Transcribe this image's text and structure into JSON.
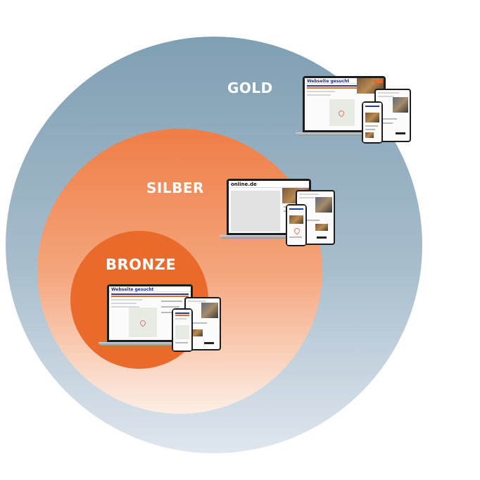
{
  "tiers": {
    "gold": {
      "label": "GOLD"
    },
    "silber": {
      "label": "SILBER"
    },
    "bronze": {
      "label": "BRONZE"
    }
  },
  "mockups": {
    "site_logo": "Webseite gesucht",
    "online_logo": "online.de"
  },
  "colors": {
    "gold_circle": "#7f9fb3",
    "silber_circle": "#ef7d46",
    "bronze_circle": "#ea6a2c",
    "brand_blue": "#1f3f93",
    "brand_orange": "#e8692c"
  }
}
